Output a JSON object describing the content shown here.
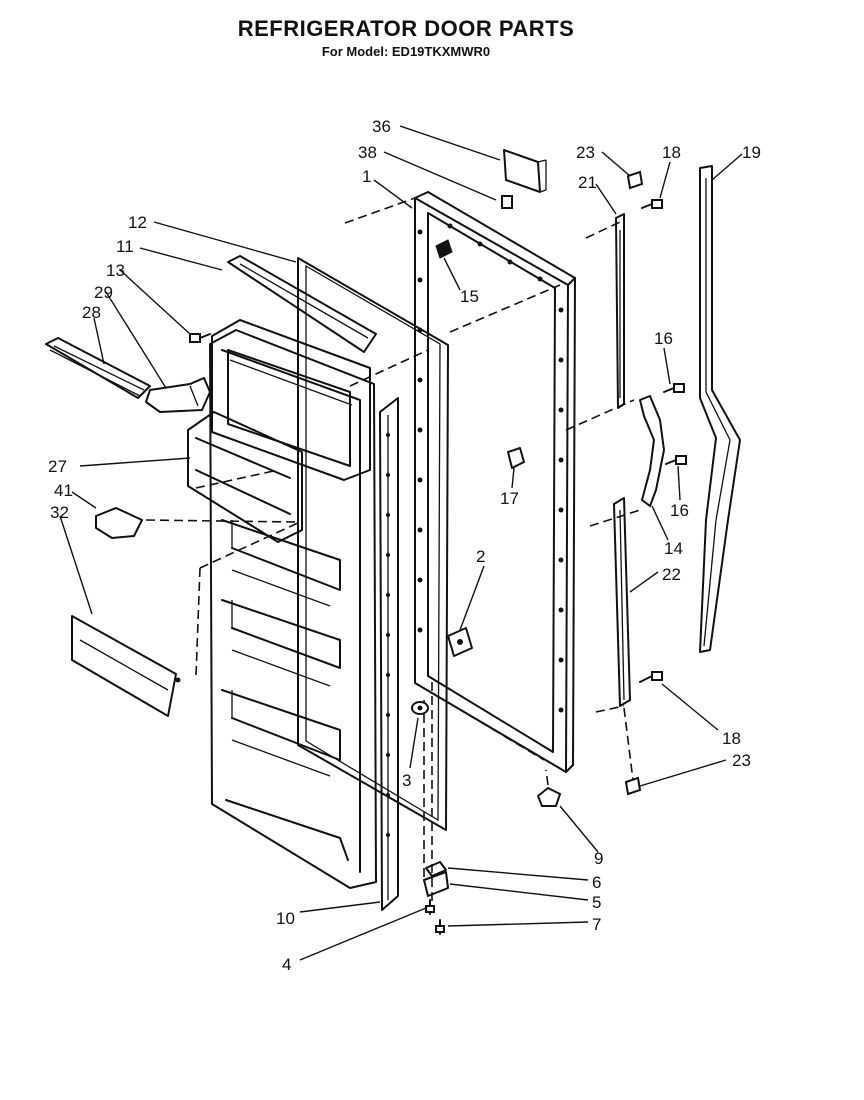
{
  "header": {
    "title": "REFRIGERATOR DOOR PARTS",
    "subtitle": "For Model: ED19TKXMWR0"
  },
  "callouts": {
    "c1": "1",
    "c2": "2",
    "c3": "3",
    "c4": "4",
    "c5": "5",
    "c6": "6",
    "c7": "7",
    "c9": "9",
    "c10": "10",
    "c11": "11",
    "c12": "12",
    "c13": "13",
    "c14": "14",
    "c15": "15",
    "c16a": "16",
    "c16b": "16",
    "c17": "17",
    "c18a": "18",
    "c18b": "18",
    "c19": "19",
    "c21": "21",
    "c22": "22",
    "c23a": "23",
    "c23b": "23",
    "c27": "27",
    "c28": "28",
    "c29": "29",
    "c32": "32",
    "c36": "36",
    "c38": "38",
    "c41": "41"
  }
}
